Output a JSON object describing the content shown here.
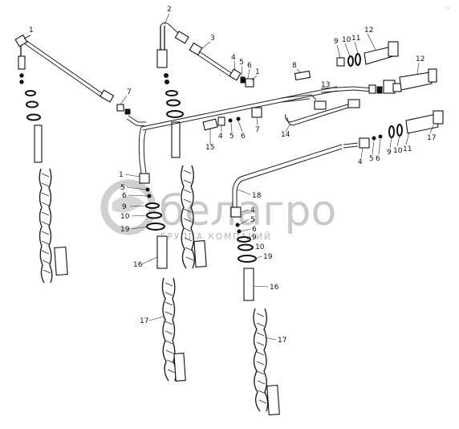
{
  "watermark": {
    "brand": "белагро",
    "tagline": "ГРУППА КОМПАНИЙ"
  },
  "part_labels": {
    "p1": "1",
    "p2": "2",
    "p3": "3",
    "g1_4": "4",
    "g1_5": "5",
    "g1_6": "6",
    "g1_1": "1",
    "p7": "7",
    "p8": "8",
    "g2_9": "9",
    "g2_10": "10",
    "g2_11": "11",
    "g2_12": "12",
    "p12b": "12",
    "p13": "13",
    "p14": "14",
    "p15": "15",
    "g3_4": "4",
    "g3_5": "5",
    "g3_6": "6",
    "g3_7": "7",
    "g4_4": "4",
    "g4_5": "5",
    "g4_6": "6",
    "g4_9": "9",
    "g4_10": "10",
    "g4_11": "11",
    "g4_17": "17",
    "L1": "1",
    "L5": "5",
    "L6": "6",
    "L9": "9",
    "L10": "10",
    "L19": "19",
    "L16": "16",
    "L17": "17",
    "R18": "18",
    "R4": "4",
    "R5": "5",
    "R6": "6",
    "R9": "9",
    "R10": "10",
    "R19": "19",
    "R16": "16",
    "R17": "17"
  }
}
